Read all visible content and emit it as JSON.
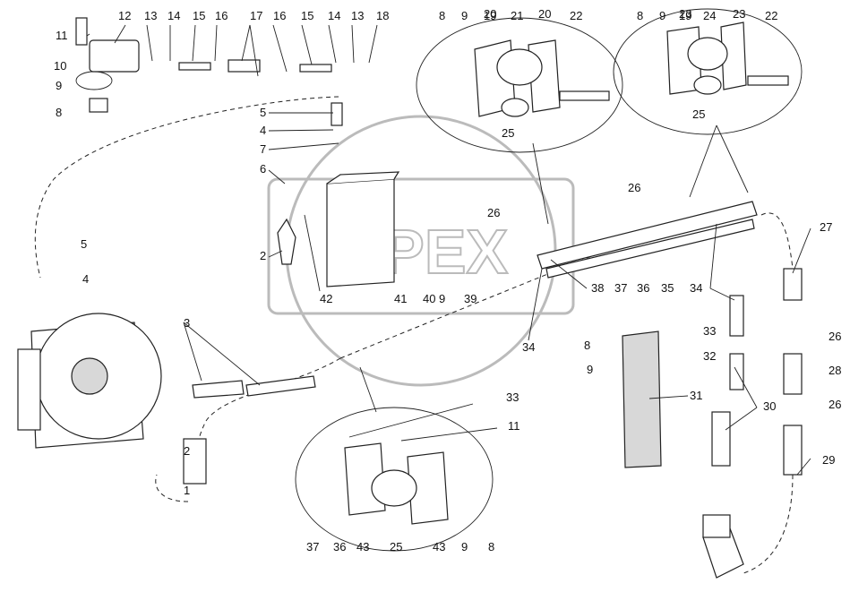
{
  "watermark": "OPEX",
  "callouts": [
    {
      "id": "c11a",
      "text": "11"
    },
    {
      "id": "c12",
      "text": "12"
    },
    {
      "id": "c13a",
      "text": "13"
    },
    {
      "id": "c14a",
      "text": "14"
    },
    {
      "id": "c15a",
      "text": "15"
    },
    {
      "id": "c16a",
      "text": "16"
    },
    {
      "id": "c17",
      "text": "17"
    },
    {
      "id": "c16b",
      "text": "16"
    },
    {
      "id": "c15b",
      "text": "15"
    },
    {
      "id": "c14b",
      "text": "14"
    },
    {
      "id": "c13b",
      "text": "13"
    },
    {
      "id": "c18",
      "text": "18"
    },
    {
      "id": "c10",
      "text": "10"
    },
    {
      "id": "c9a",
      "text": "9"
    },
    {
      "id": "c8a",
      "text": "8"
    },
    {
      "id": "c8b",
      "text": "8"
    },
    {
      "id": "c9b",
      "text": "9"
    },
    {
      "id": "c19a",
      "text": "19"
    },
    {
      "id": "c20a",
      "text": "20"
    },
    {
      "id": "c21",
      "text": "21"
    },
    {
      "id": "c20b",
      "text": "20"
    },
    {
      "id": "c22a",
      "text": "22"
    },
    {
      "id": "c25a",
      "text": "25"
    },
    {
      "id": "c8c",
      "text": "8"
    },
    {
      "id": "c9c",
      "text": "9"
    },
    {
      "id": "c19b",
      "text": "19"
    },
    {
      "id": "c23a",
      "text": "23"
    },
    {
      "id": "c24",
      "text": "24"
    },
    {
      "id": "c23b",
      "text": "23"
    },
    {
      "id": "c22b",
      "text": "22"
    },
    {
      "id": "c25b",
      "text": "25"
    },
    {
      "id": "c5a",
      "text": "5"
    },
    {
      "id": "c4a",
      "text": "4"
    },
    {
      "id": "c7",
      "text": "7"
    },
    {
      "id": "c6",
      "text": "6"
    },
    {
      "id": "c2a",
      "text": "2"
    },
    {
      "id": "c42",
      "text": "42"
    },
    {
      "id": "c26a",
      "text": "26"
    },
    {
      "id": "c26b",
      "text": "26"
    },
    {
      "id": "c41",
      "text": "41"
    },
    {
      "id": "c40",
      "text": "40"
    },
    {
      "id": "c9d",
      "text": "9"
    },
    {
      "id": "c39",
      "text": "39"
    },
    {
      "id": "c38",
      "text": "38"
    },
    {
      "id": "c34a",
      "text": "34"
    },
    {
      "id": "c27",
      "text": "27"
    },
    {
      "id": "c34b",
      "text": "34"
    },
    {
      "id": "c37a",
      "text": "37"
    },
    {
      "id": "c36a",
      "text": "36"
    },
    {
      "id": "c35",
      "text": "35"
    },
    {
      "id": "c8d",
      "text": "8"
    },
    {
      "id": "c9e",
      "text": "9"
    },
    {
      "id": "c33a",
      "text": "33"
    },
    {
      "id": "c32",
      "text": "32"
    },
    {
      "id": "c26c",
      "text": "26"
    },
    {
      "id": "c28",
      "text": "28"
    },
    {
      "id": "c26d",
      "text": "26"
    },
    {
      "id": "c5b",
      "text": "5"
    },
    {
      "id": "c4b",
      "text": "4"
    },
    {
      "id": "c3",
      "text": "3"
    },
    {
      "id": "c31",
      "text": "31"
    },
    {
      "id": "c30",
      "text": "30"
    },
    {
      "id": "c29",
      "text": "29"
    },
    {
      "id": "c33b",
      "text": "33"
    },
    {
      "id": "c11b",
      "text": "11"
    },
    {
      "id": "c2b",
      "text": "2"
    },
    {
      "id": "c1",
      "text": "1"
    },
    {
      "id": "c37b",
      "text": "37"
    },
    {
      "id": "c36b",
      "text": "36"
    },
    {
      "id": "c43a",
      "text": "43"
    },
    {
      "id": "c25c",
      "text": "25"
    },
    {
      "id": "c43b",
      "text": "43"
    },
    {
      "id": "c9f",
      "text": "9"
    },
    {
      "id": "c8e",
      "text": "8"
    }
  ]
}
